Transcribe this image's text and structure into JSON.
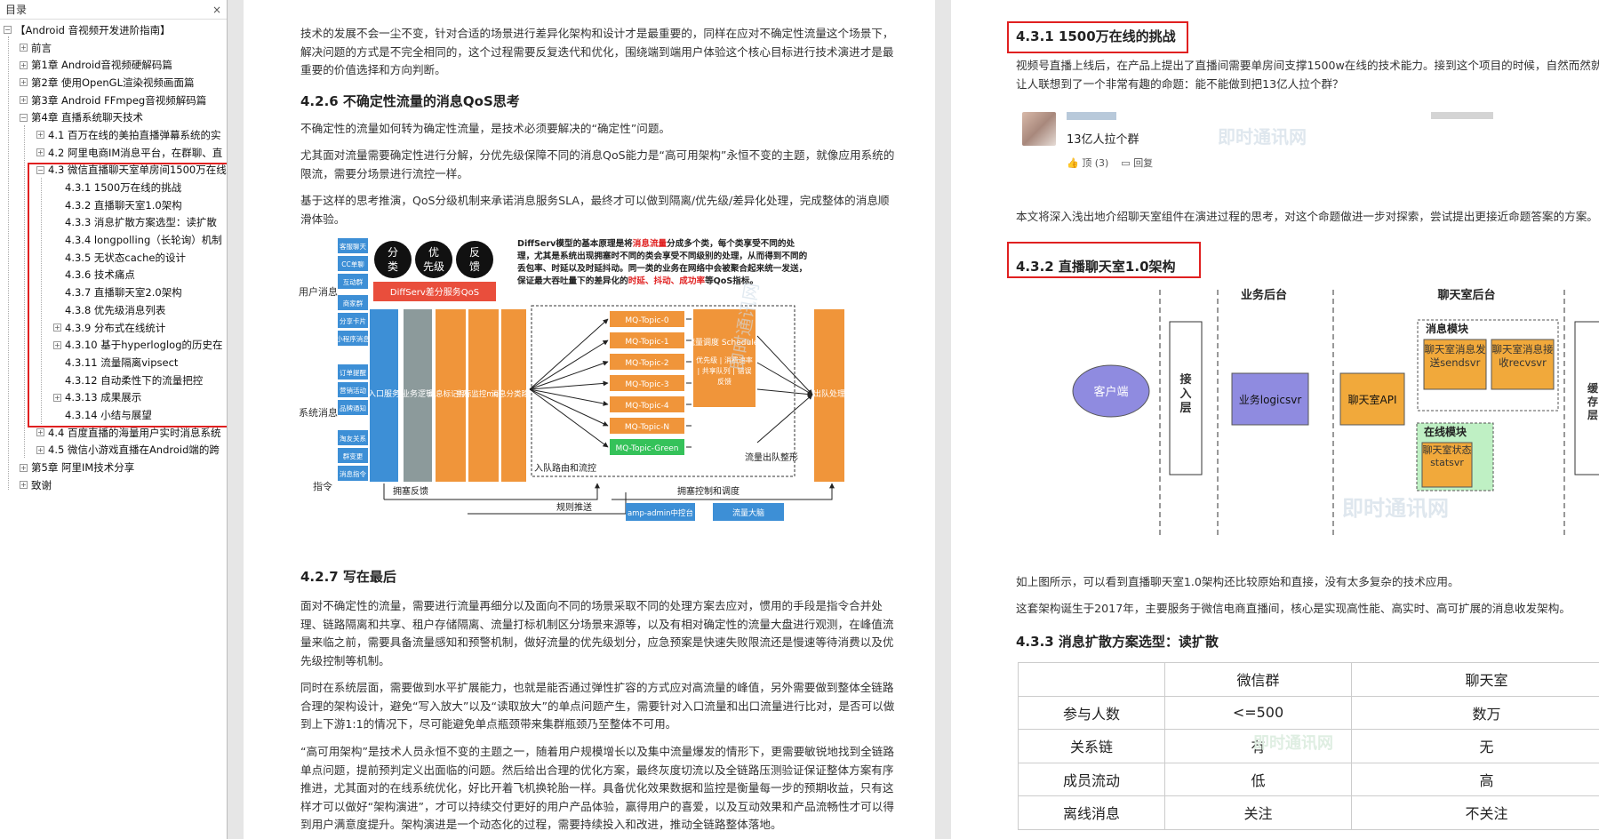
{
  "sidebar": {
    "title": "目录",
    "close_glyph": "×",
    "items": [
      {
        "label": "【Android 音视频开发进阶指南】",
        "level": 0,
        "toggle": "⊟"
      },
      {
        "label": "前言",
        "level": 1,
        "toggle": "⊞"
      },
      {
        "label": "第1章 Android音视频硬解码篇",
        "level": 1,
        "toggle": "⊞"
      },
      {
        "label": "第2章 使用OpenGL渲染视频画面篇",
        "level": 1,
        "toggle": "⊞"
      },
      {
        "label": "第3章 Android FFmpeg音视频解码篇",
        "level": 1,
        "toggle": "⊞"
      },
      {
        "label": "第4章 直播系统聊天技术",
        "level": 1,
        "toggle": "⊟"
      },
      {
        "label": "4.1 百万在线的美拍直播弹幕系统的实",
        "level": 2,
        "toggle": "⊞"
      },
      {
        "label": "4.2 阿里电商IM消息平台，在群聊、直",
        "level": 2,
        "toggle": "⊞"
      },
      {
        "label": "4.3 微信直播聊天室单房间1500万在线",
        "level": 2,
        "toggle": "⊟"
      },
      {
        "label": "4.3.1 1500万在线的挑战",
        "level": 3,
        "toggle": ""
      },
      {
        "label": "4.3.2 直播聊天室1.0架构",
        "level": 3,
        "toggle": ""
      },
      {
        "label": "4.3.3 消息扩散方案选型：读扩散",
        "level": 3,
        "toggle": ""
      },
      {
        "label": "4.3.4 longpolling（长轮询）机制",
        "level": 3,
        "toggle": ""
      },
      {
        "label": "4.3.5 无状态cache的设计",
        "level": 3,
        "toggle": ""
      },
      {
        "label": "4.3.6 技术痛点",
        "level": 3,
        "toggle": ""
      },
      {
        "label": "4.3.7 直播聊天室2.0架构",
        "level": 3,
        "toggle": ""
      },
      {
        "label": "4.3.8 优先级消息列表",
        "level": 3,
        "toggle": ""
      },
      {
        "label": "4.3.9 分布式在线统计",
        "level": 3,
        "toggle": "⊞"
      },
      {
        "label": "4.3.10 基于hyperloglog的历史在",
        "level": 3,
        "toggle": "⊞"
      },
      {
        "label": "4.3.11 流量隔离vipsect",
        "level": 3,
        "toggle": ""
      },
      {
        "label": "4.3.12 自动柔性下的流量把控",
        "level": 3,
        "toggle": ""
      },
      {
        "label": "4.3.13 成果展示",
        "level": 3,
        "toggle": "⊞"
      },
      {
        "label": "4.3.14 小结与展望",
        "level": 3,
        "toggle": ""
      },
      {
        "label": "4.4 百度直播的海量用户实时消息系统",
        "level": 2,
        "toggle": "⊞"
      },
      {
        "label": "4.5 微信小游戏直播在Android端的跨",
        "level": 2,
        "toggle": "⊞"
      },
      {
        "label": "第5章 阿里IM技术分享",
        "level": 1,
        "toggle": "⊞"
      },
      {
        "label": "致谢",
        "level": 1,
        "toggle": "⊞"
      }
    ]
  },
  "page1": {
    "intro": "技术的发展不会一尘不变，针对合适的场景进行差异化架构和设计才是最重要的，同样在应对不确定性流量这个场景下，解决问题的方式是不完全相同的，这个过程需要反复迭代和优化，围绕端到端用户体验这个核心目标进行技术演进才是最重要的价值选择和方向判断。",
    "h426": "4.2.6 不确定性流量的消息QoS思考",
    "p1": "不确定性的流量如何转为确定性流量，是技术必须要解决的“确定性”问题。",
    "p2": "尤其面对流量需要确定性进行分解，分优先级保障不同的消息QoS能力是“高可用架构”永恒不变的主题，就像应用系统的限流，需要分场景进行流控一样。",
    "p3": "基于这样的思考推演，QoS分级机制来承诺消息服务SLA，最终才可以做到隔离/优先级/差异化处理，完成整体的消息顺滑体验。",
    "h427": "4.2.7 写在最后",
    "p4": "面对不确定性的流量，需要进行流量再细分以及面向不同的场景采取不同的处理方案去应对，惯用的手段是指令合并处理、链路隔离和共享、租户存储隔离、流量打标机制区分场景来源等，以及有相对确定性的流量大盘进行观测，在峰值流量来临之前，需要具备流量感知和预警机制，做好流量的优先级划分，应急预案是快速失败限流还是慢速等待消费以及优先级控制等机制。",
    "p5": "同时在系统层面，需要做到水平扩展能力，也就是能否通过弹性扩容的方式应对高流量的峰值，另外需要做到整体全链路合理的架构设计，避免“写入放大”以及“读取放大”的单点问题产生，需要针对入口流量和出口流量进行比对，是否可以做到上下游1:1的情况下，尽可能避免单点瓶颈带来集群瓶颈乃至整体不可用。",
    "p6": "“高可用架构”是技术人员永恒不变的主题之一，随着用户规模增长以及集中流量爆发的情形下，更需要敏锐地找到全链路单点问题，提前预判定义出面临的问题。然后给出合理的优化方案，最终灰度切流以及全链路压测验证保证整体方案有序推进，尤其面对的在线系统优化，好比开着飞机换轮胎一样。具备优化效果数据和监控是衡量每一步的预期收益，只有这样才可以做好“架构演进”，才可以持续交付更好的用户产品体验，赢得用户的喜爱，以及互动效果和产品流畅性才可以得到用户满意度提升。架构演进是一个动态化的过程，需要持续投入和改进，推动全链路整体落地。"
  },
  "diagram1": {
    "left_labels": [
      "用户消息",
      "系统消息",
      "指令"
    ],
    "msg_tags": [
      "客服聊天",
      "CC单聊",
      "互动群",
      "商家群",
      "分享卡片",
      "小程序消息",
      "订单提醒",
      "营销活动",
      "品牌通知",
      "淘友关系",
      "群变更",
      "消息指令"
    ],
    "circles": [
      "分类",
      "优先级",
      "反馈"
    ],
    "qos_bar": "DiffServ差分服务QoS",
    "desc_a": "DiffServ模型的基本原理是将",
    "desc_hl1": "消息流量",
    "desc_b": "分成多个类，每个类享受不同的处理，尤其是系统出现拥塞时不同的类会享受不同级别的处理，从而得到不同的丢包率、时延以及时延抖动。同一类的业务在网络中会被聚合起来统一发送，保证最大吞吐量下的差异化的",
    "desc_hl2": "时延、抖动、成功率",
    "desc_c": "等QoS指标。",
    "col_entry": "入口服务",
    "col_logic": "业务逻辑",
    "col_tag": "消息标记打标",
    "col_metric": "指标监控metric",
    "col_route": "消息分类路由",
    "topics": [
      "MQ-Topic-0",
      "MQ-Topic-1",
      "MQ-Topic-2",
      "MQ-Topic-3",
      "MQ-Topic-4",
      "MQ-Topic-N",
      "MQ-Topic-Green"
    ],
    "scheduler_title": "流量调度 Scheduler",
    "scheduler_desc": "优先级 | 消费速率 | 共享队列 | 错误反馈",
    "exit": "出队处理",
    "queue_route": "入队路由和流控",
    "queue_shape": "流量出队整形",
    "congestion_fb": "拥塞反馈",
    "congestion_ctrl": "拥塞控制和调度",
    "rule_push": "规则推送",
    "amp_admin": "amp-admin中控台",
    "flow_dash": "流量大脑",
    "watermark": "即时通讯网"
  },
  "page2": {
    "h431": "4.3.1 1500万在线的挑战",
    "p1": "视频号直播上线后，在产品上提出了直播间需要单房间支撑1500w在线的技术能力。接到这个项目的时候，自然而然就让人联想到了一个非常有趣的命题：能不能做到把13亿人拉个群？",
    "comment_text": "13亿人拉个群",
    "like_label": "顶 (3)",
    "reply_label": "回复",
    "watermark": "即时通讯网",
    "p2": "本文将深入浅出地介绍聊天室组件在演进过程的思考，对这个命题做进一步对探索，尝试提出更接近命题答案的方案。",
    "h432": "4.3.2 直播聊天室1.0架构",
    "arch": {
      "biz_backend": "业务后台",
      "chat_backend": "聊天室后台",
      "client": "客户端",
      "access": "接入层",
      "logicsvr": "业务logicsvr",
      "chatroom_api": "聊天室API",
      "msg_module": "消息模块",
      "sendsvr": "聊天室消息发送sendsvr",
      "recvsvr": "聊天室消息接收recvsvr",
      "online_module": "在线模块",
      "statsvr": "聊天室状态statsvr",
      "cache": "缓存层"
    },
    "p3": "如上图所示，可以看到直播聊天室1.0架构还比较原始和直接，没有太多复杂的技术应用。",
    "p4": "这套架构诞生于2017年，主要服务于微信电商直播间，核心是实现高性能、高实时、高可扩展的消息收发架构。",
    "h433": "4.3.3 消息扩散方案选型：读扩散",
    "table": {
      "header": [
        "",
        "微信群",
        "聊天室"
      ],
      "rows": [
        [
          "参与人数",
          "<=500",
          "数万"
        ],
        [
          "关系链",
          "有",
          "无"
        ],
        [
          "成员流动",
          "低",
          "高"
        ],
        [
          "离线消息",
          "关注",
          "不关注"
        ]
      ]
    }
  },
  "colors": {
    "red": "#e02020",
    "orange": "#f0953a",
    "blue": "#3d8fd6",
    "gray": "#8c9a9b",
    "green": "#35c25a"
  }
}
